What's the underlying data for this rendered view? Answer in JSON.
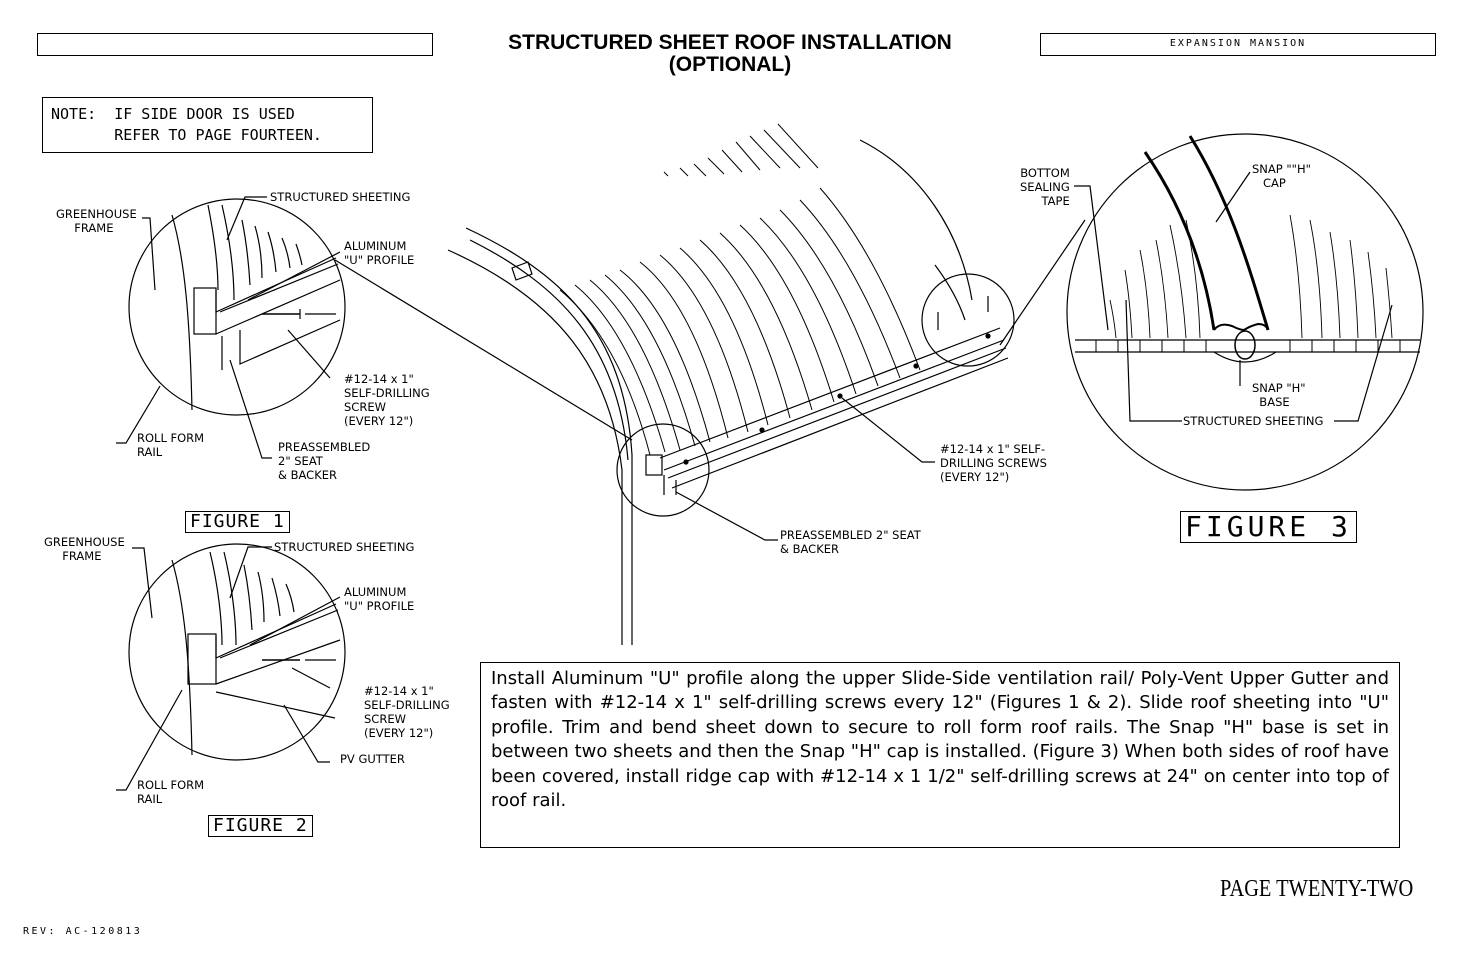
{
  "header": {
    "title_line1": "STRUCTURED SHEET ROOF INSTALLATION",
    "title_line2": "(OPTIONAL)",
    "product_name": "EXPANSION MANSION",
    "left_box_text": ""
  },
  "note": "NOTE:  IF SIDE DOOR IS USED\n       REFER TO PAGE FOURTEEN.",
  "figure1": {
    "caption": "FIGURE 1",
    "labels": {
      "greenhouse_frame": "GREENHOUSE\n     FRAME",
      "structured_sheeting": "STRUCTURED SHEETING",
      "aluminum_profile": "ALUMINUM\n\"U\" PROFILE",
      "screw": "#12-14 x 1\"\nSELF-DRILLING\nSCREW\n(EVERY 12\")",
      "roll_form_rail": "ROLL FORM\nRAIL",
      "seat_backer": "PREASSEMBLED\n2\" SEAT\n& BACKER"
    }
  },
  "figure2": {
    "caption": "FIGURE 2",
    "labels": {
      "greenhouse_frame": "GREENHOUSE\n     FRAME",
      "structured_sheeting": "STRUCTURED SHEETING",
      "aluminum_profile": "ALUMINUM\n\"U\" PROFILE",
      "screw": "#12-14 x 1\"\nSELF-DRILLING\nSCREW\n(EVERY 12\")",
      "pv_gutter": "PV GUTTER",
      "roll_form_rail": "ROLL FORM\nRAIL"
    }
  },
  "main_drawing": {
    "screws": "#12-14 x 1\" SELF-\nDRILLING SCREWS\n(EVERY 12\")",
    "seat_backer": "PREASSEMBLED 2\" SEAT\n& BACKER"
  },
  "figure3": {
    "caption": "FIGURE 3",
    "labels": {
      "bottom_tape": "BOTTOM\nSEALING\n  TAPE",
      "snap_cap": "SNAP \"\"H\"\n   CAP",
      "snap_base": "SNAP \"H\"\n  BASE",
      "structured_sheeting": "STRUCTURED SHEETING"
    }
  },
  "instructions": "Install Aluminum \"U\" profile along the upper Slide-Side ventilation rail/ Poly-Vent Upper Gutter and fasten with #12-14 x 1\" self-drilling screws every 12\" (Figures 1 & 2). Slide roof sheeting into \"U\" profile.  Trim and bend sheet down to secure to roll form roof rails. The Snap \"H\" base is set in between two sheets and then the Snap \"H\" cap is installed. (Figure 3)  When both sides of roof have been covered, install ridge cap with #12-14 x 1 1/2\" self-drilling screws at 24\" on center into top of roof rail.",
  "footer": {
    "page": "PAGE TWENTY-TWO",
    "revision": "REV: AC-120813"
  }
}
